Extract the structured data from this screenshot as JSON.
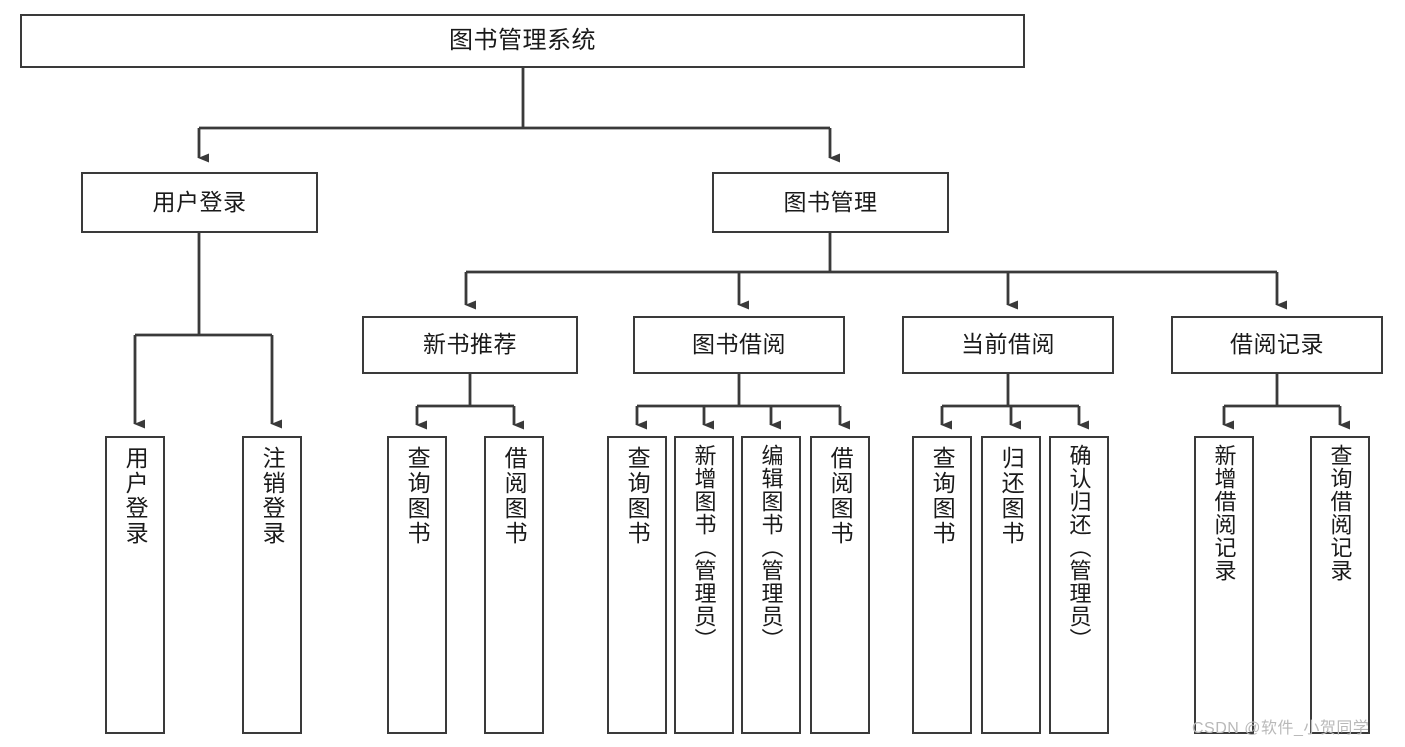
{
  "diagram": {
    "title": "图书管理系统",
    "watermark": "CSDN @软件_小贺同学",
    "colors": {
      "stroke": "#3a3a3a",
      "fill": "#ffffff",
      "text": "#1a1a1a",
      "watermark": "#b9b9b9"
    },
    "root": {
      "label": "图书管理系统"
    },
    "level2": [
      {
        "label": "用户登录"
      },
      {
        "label": "图书管理"
      }
    ],
    "level3": [
      {
        "label": "新书推荐"
      },
      {
        "label": "图书借阅"
      },
      {
        "label": "当前借阅"
      },
      {
        "label": "借阅记录"
      }
    ],
    "leaves": {
      "user_login": [
        {
          "label": "用户登录"
        },
        {
          "label": "注销登录"
        }
      ],
      "new_book_recommend": [
        {
          "label": "查询图书"
        },
        {
          "label": "借阅图书"
        }
      ],
      "book_borrow": [
        {
          "label": "查询图书"
        },
        {
          "label": "新增图书（管理员）"
        },
        {
          "label": "编辑图书（管理员）"
        },
        {
          "label": "借阅图书"
        }
      ],
      "current_borrow": [
        {
          "label": "查询图书"
        },
        {
          "label": "归还图书"
        },
        {
          "label": "确认归还（管理员）"
        }
      ],
      "borrow_record": [
        {
          "label": "新增借阅记录"
        },
        {
          "label": "查询借阅记录"
        }
      ]
    }
  }
}
